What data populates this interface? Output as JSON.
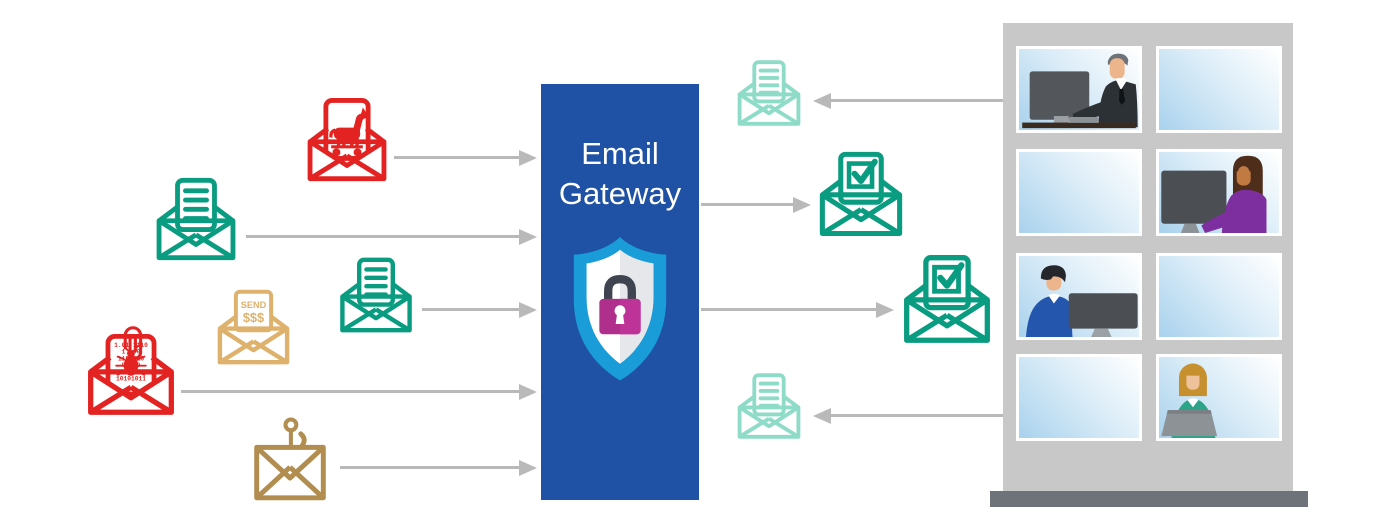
{
  "gateway": {
    "label": "Email Gateway"
  },
  "spam_card": {
    "line1": "SEND",
    "line2": "$$$"
  },
  "virus_card": {
    "binary_lines": [
      "1.01.1110",
      "1. 00",
      "110 010",
      "00 90",
      "100 011",
      "10101011"
    ]
  },
  "colors": {
    "malicious_red": "#e32322",
    "clean_green": "#0a9c80",
    "outgoing_teal": "#8edcc8",
    "spam_tan": "#deb26d",
    "phishing_gold": "#b18d4f",
    "gateway_blue": "#1f51a4",
    "shield_blue": "#1a9cd8",
    "shield_inner_white": "#ffffff",
    "lock_magenta": "#b02e8c",
    "lock_shackle": "#3f4550",
    "arrow_gray": "#b9b9b9",
    "building_gray": "#c8c8c8",
    "building_base_gray": "#6d7378",
    "window_blue": "#a9d2ed"
  },
  "icons": {
    "incoming": [
      "trojan-horse-email",
      "clean-document-email",
      "clean-document-email",
      "spam-money-email",
      "virus-attachment-email",
      "phishing-hook-email"
    ],
    "delivered": [
      "approved-checkmark-email",
      "approved-checkmark-email"
    ],
    "outgoing": [
      "outgoing-document-email",
      "outgoing-document-email"
    ],
    "center": "shield-with-padlock",
    "office_workers": [
      "man-in-suit-at-desktop",
      "woman-in-purple-at-monitor",
      "man-in-blue-at-monitor",
      "woman-at-laptop"
    ]
  }
}
